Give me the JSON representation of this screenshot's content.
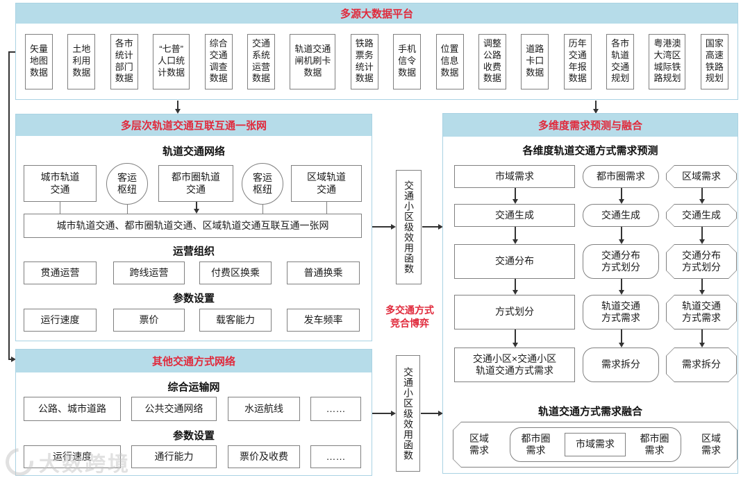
{
  "meta": {
    "watermark": "大数跨境"
  },
  "colors": {
    "header_bg": "#b6dce9",
    "accent_red": "#e02a3c",
    "box_border": "#7f7f7f",
    "section_border": "#a9d2e3",
    "line": "#333333"
  },
  "top_platform": {
    "title": "多源大数据平台",
    "sources": [
      "矢量\n地图\n数据",
      "土地\n利用\n数据",
      "各市\n统计\n部门\n数据",
      "“七普”\n人口统\n计数据",
      "综合\n交通\n调查\n数据",
      "交通\n系统\n运营\n数据",
      "轨道交通\n闸机刷卡\n数据",
      "铁路\n票务\n统计\n数据",
      "手机\n信令\n数据",
      "位置\n信息\n数据",
      "调整\n公路\n收费\n数据",
      "道路\n卡口\n数据",
      "历年\n交通\n年报\n数据",
      "各市\n轨道\n交通\n规划",
      "粤港澳\n大湾区\n城际铁\n路规划",
      "国家\n高速\n铁路\n规划"
    ]
  },
  "rail_network": {
    "title": "多层次轨道交通互联互通一张网",
    "net_subtitle": "轨道交通网络",
    "nodes": {
      "urban": "城市轨道\n交通",
      "hub1": "客运\n枢纽",
      "metro": "都市圈轨道\n交通",
      "hub2": "客运\n枢纽",
      "regional": "区域轨道\n交通"
    },
    "merged": "城市轨道交通、都市圈轨道交通、区域轨道交通互联互通一张网",
    "ops_subtitle": "运营组织",
    "ops": [
      "贯通运营",
      "跨线运营",
      "付费区换乘",
      "普通换乘"
    ],
    "param_subtitle": "参数设置",
    "params": [
      "运行速度",
      "票价",
      "载客能力",
      "发车频率"
    ]
  },
  "other_network": {
    "title": "其他交通方式网络",
    "net_subtitle": "综合运输网",
    "nets": [
      "公路、城市道路",
      "公共交通网络",
      "水运航线",
      "……"
    ],
    "param_subtitle": "参数设置",
    "params": [
      "运行速度",
      "通行能力",
      "票价及收费",
      "……"
    ]
  },
  "middle": {
    "utility_top": "交通小区级效用函数",
    "game": "多交通方式\n竞合博弈",
    "utility_bottom": "交通小区级效用函数"
  },
  "forecast": {
    "title": "多维度需求预测与融合",
    "predict_subtitle": "各维度轨道交通方式需求预测",
    "col_city": [
      "市域需求",
      "交通生成",
      "交通分布",
      "方式划分",
      "交通小区×交通小区\n轨道交通方式需求"
    ],
    "col_metro": [
      "都市圈需求",
      "交通生成",
      "交通分布\n方式划分",
      "轨道交通\n方式需求",
      "需求拆分"
    ],
    "col_regional": [
      "区域需求",
      "交通生成",
      "交通分布\n方式划分",
      "轨道交通\n方式需求",
      "需求拆分"
    ],
    "fusion_subtitle": "轨道交通方式需求融合",
    "fusion": {
      "outer_left": "区域\n需求",
      "mid_left": "都市圈\n需求",
      "center": "市域需求",
      "mid_right": "都市圈\n需求",
      "outer_right": "区域\n需求"
    }
  }
}
